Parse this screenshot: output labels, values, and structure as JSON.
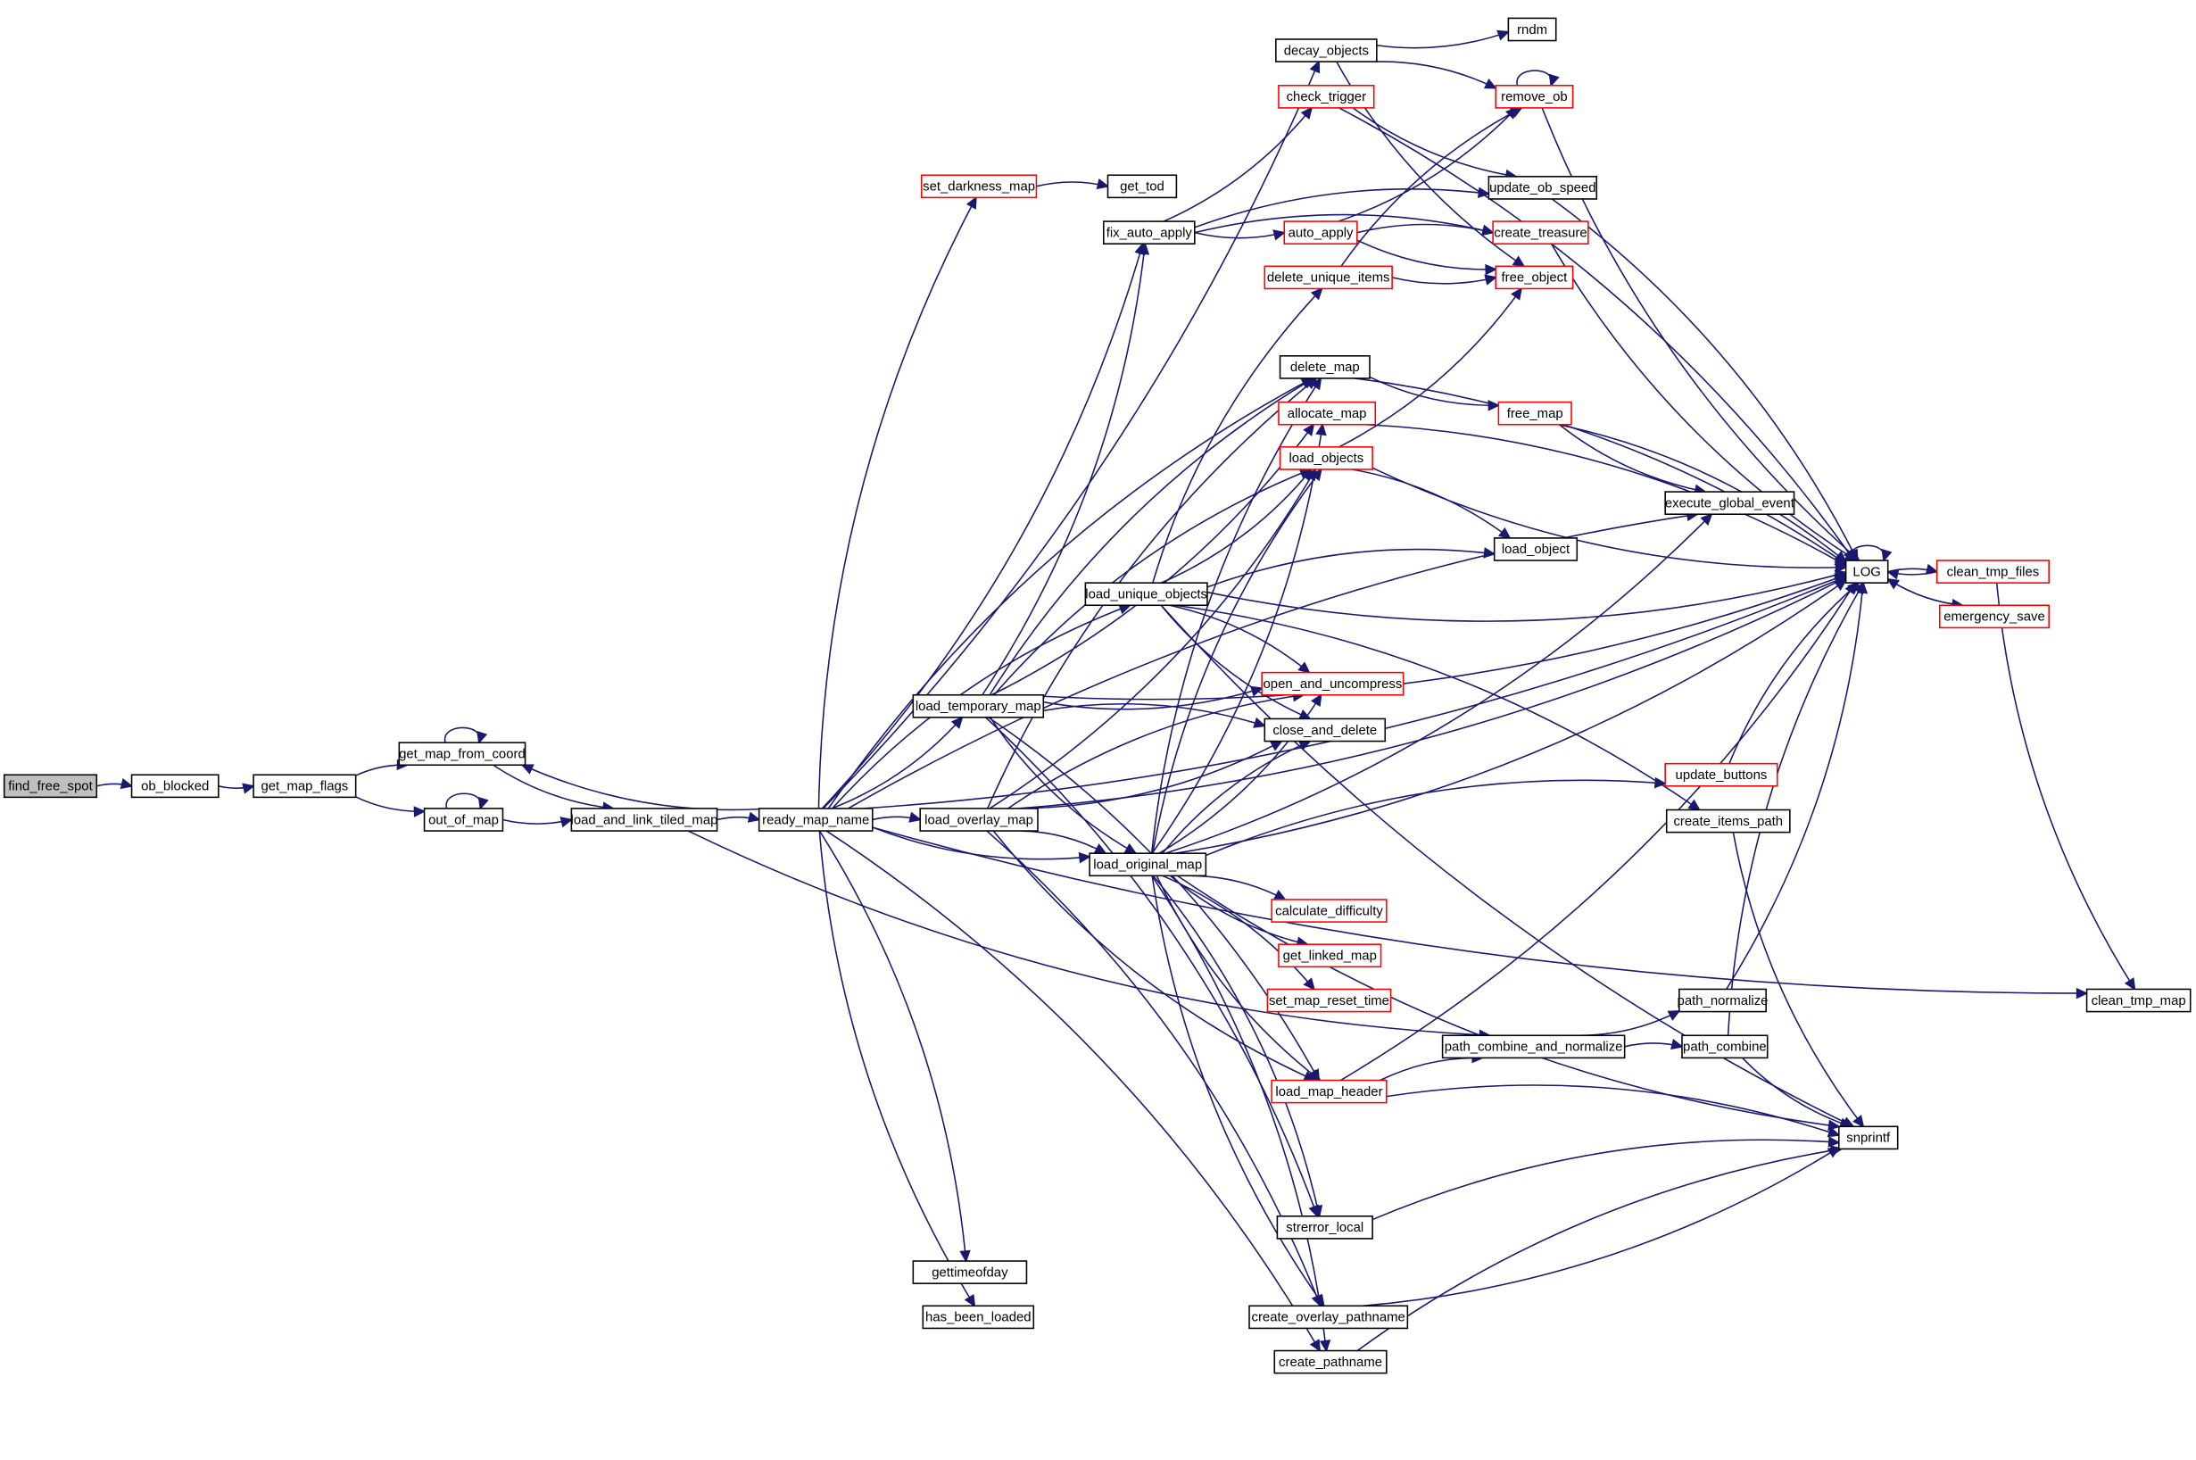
{
  "graph": {
    "type": "call-graph",
    "root": "find_free_spot",
    "colors": {
      "edge": "#191970",
      "node_border_default": "#000000",
      "node_border_truncated": "#ff0000",
      "root_fill": "#bfbfbf",
      "node_fill": "#ffffff"
    },
    "nodes": [
      {
        "id": "find_free_spot",
        "label": "find_free_spot",
        "style": "root"
      },
      {
        "id": "ob_blocked",
        "label": "ob_blocked",
        "style": "normal"
      },
      {
        "id": "get_map_flags",
        "label": "get_map_flags",
        "style": "normal"
      },
      {
        "id": "get_map_from_coord",
        "label": "get_map_from_coord",
        "style": "normal"
      },
      {
        "id": "out_of_map",
        "label": "out_of_map",
        "style": "normal"
      },
      {
        "id": "load_and_link_tiled_map",
        "label": "load_and_link_tiled_map",
        "style": "normal"
      },
      {
        "id": "ready_map_name",
        "label": "ready_map_name",
        "style": "normal"
      },
      {
        "id": "load_temporary_map",
        "label": "load_temporary_map",
        "style": "normal"
      },
      {
        "id": "load_overlay_map",
        "label": "load_overlay_map",
        "style": "normal"
      },
      {
        "id": "load_unique_objects",
        "label": "load_unique_objects",
        "style": "normal"
      },
      {
        "id": "load_original_map",
        "label": "load_original_map",
        "style": "normal"
      },
      {
        "id": "set_darkness_map",
        "label": "set_darkness_map",
        "style": "truncated"
      },
      {
        "id": "get_tod",
        "label": "get_tod",
        "style": "normal"
      },
      {
        "id": "decay_objects",
        "label": "decay_objects",
        "style": "normal"
      },
      {
        "id": "rndm",
        "label": "rndm",
        "style": "normal"
      },
      {
        "id": "check_trigger",
        "label": "check_trigger",
        "style": "truncated"
      },
      {
        "id": "fix_auto_apply",
        "label": "fix_auto_apply",
        "style": "normal"
      },
      {
        "id": "auto_apply",
        "label": "auto_apply",
        "style": "truncated"
      },
      {
        "id": "delete_unique_items",
        "label": "delete_unique_items",
        "style": "truncated"
      },
      {
        "id": "delete_map",
        "label": "delete_map",
        "style": "normal"
      },
      {
        "id": "allocate_map",
        "label": "allocate_map",
        "style": "truncated"
      },
      {
        "id": "load_objects",
        "label": "load_objects",
        "style": "truncated"
      },
      {
        "id": "free_map",
        "label": "free_map",
        "style": "truncated"
      },
      {
        "id": "remove_ob",
        "label": "remove_ob",
        "style": "truncated"
      },
      {
        "id": "update_ob_speed",
        "label": "update_ob_speed",
        "style": "normal"
      },
      {
        "id": "create_treasure",
        "label": "create_treasure",
        "style": "truncated"
      },
      {
        "id": "free_object",
        "label": "free_object",
        "style": "truncated"
      },
      {
        "id": "execute_global_event",
        "label": "execute_global_event",
        "style": "normal"
      },
      {
        "id": "load_object",
        "label": "load_object",
        "style": "normal"
      },
      {
        "id": "LOG",
        "label": "LOG",
        "style": "normal"
      },
      {
        "id": "clean_tmp_files",
        "label": "clean_tmp_files",
        "style": "truncated"
      },
      {
        "id": "emergency_save",
        "label": "emergency_save",
        "style": "truncated"
      },
      {
        "id": "open_and_uncompress",
        "label": "open_and_uncompress",
        "style": "truncated"
      },
      {
        "id": "close_and_delete",
        "label": "close_and_delete",
        "style": "normal"
      },
      {
        "id": "update_buttons",
        "label": "update_buttons",
        "style": "truncated"
      },
      {
        "id": "create_items_path",
        "label": "create_items_path",
        "style": "normal"
      },
      {
        "id": "calculate_difficulty",
        "label": "calculate_difficulty",
        "style": "truncated"
      },
      {
        "id": "get_linked_map",
        "label": "get_linked_map",
        "style": "truncated"
      },
      {
        "id": "set_map_reset_time",
        "label": "set_map_reset_time",
        "style": "truncated"
      },
      {
        "id": "path_normalize",
        "label": "path_normalize",
        "style": "normal"
      },
      {
        "id": "path_combine_and_normalize",
        "label": "path_combine_and_normalize",
        "style": "normal"
      },
      {
        "id": "path_combine",
        "label": "path_combine",
        "style": "normal"
      },
      {
        "id": "load_map_header",
        "label": "load_map_header",
        "style": "truncated"
      },
      {
        "id": "snprintf",
        "label": "snprintf",
        "style": "normal"
      },
      {
        "id": "strerror_local",
        "label": "strerror_local",
        "style": "normal"
      },
      {
        "id": "gettimeofday",
        "label": "gettimeofday",
        "style": "normal"
      },
      {
        "id": "has_been_loaded",
        "label": "has_been_loaded",
        "style": "normal"
      },
      {
        "id": "create_overlay_pathname",
        "label": "create_overlay_pathname",
        "style": "normal"
      },
      {
        "id": "create_pathname",
        "label": "create_pathname",
        "style": "normal"
      },
      {
        "id": "clean_tmp_map",
        "label": "clean_tmp_map",
        "style": "normal"
      }
    ],
    "edges": [
      [
        "find_free_spot",
        "ob_blocked"
      ],
      [
        "ob_blocked",
        "get_map_flags"
      ],
      [
        "get_map_flags",
        "get_map_from_coord"
      ],
      [
        "get_map_flags",
        "out_of_map"
      ],
      [
        "get_map_from_coord",
        "get_map_from_coord"
      ],
      [
        "get_map_from_coord",
        "load_and_link_tiled_map"
      ],
      [
        "out_of_map",
        "out_of_map"
      ],
      [
        "out_of_map",
        "load_and_link_tiled_map"
      ],
      [
        "load_and_link_tiled_map",
        "ready_map_name"
      ],
      [
        "load_and_link_tiled_map",
        "path_combine_and_normalize"
      ],
      [
        "ready_map_name",
        "get_map_from_coord"
      ],
      [
        "ready_map_name",
        "decay_objects"
      ],
      [
        "ready_map_name",
        "set_darkness_map"
      ],
      [
        "ready_map_name",
        "fix_auto_apply"
      ],
      [
        "ready_map_name",
        "delete_map"
      ],
      [
        "ready_map_name",
        "LOG"
      ],
      [
        "ready_map_name",
        "load_unique_objects"
      ],
      [
        "ready_map_name",
        "load_temporary_map"
      ],
      [
        "ready_map_name",
        "load_overlay_map"
      ],
      [
        "ready_map_name",
        "load_original_map"
      ],
      [
        "ready_map_name",
        "gettimeofday"
      ],
      [
        "ready_map_name",
        "has_been_loaded"
      ],
      [
        "ready_map_name",
        "create_pathname"
      ],
      [
        "ready_map_name",
        "clean_tmp_map"
      ],
      [
        "ready_map_name",
        "execute_global_event"
      ],
      [
        "decay_objects",
        "rndm"
      ],
      [
        "decay_objects",
        "remove_ob"
      ],
      [
        "decay_objects",
        "free_object"
      ],
      [
        "set_darkness_map",
        "get_tod"
      ],
      [
        "fix_auto_apply",
        "check_trigger"
      ],
      [
        "fix_auto_apply",
        "update_ob_speed"
      ],
      [
        "fix_auto_apply",
        "auto_apply"
      ],
      [
        "fix_auto_apply",
        "create_treasure"
      ],
      [
        "check_trigger",
        "update_ob_speed"
      ],
      [
        "check_trigger",
        "LOG"
      ],
      [
        "auto_apply",
        "remove_ob"
      ],
      [
        "auto_apply",
        "create_treasure"
      ],
      [
        "auto_apply",
        "free_object"
      ],
      [
        "delete_unique_items",
        "remove_ob"
      ],
      [
        "delete_unique_items",
        "free_object"
      ],
      [
        "remove_ob",
        "remove_ob"
      ],
      [
        "remove_ob",
        "LOG"
      ],
      [
        "update_ob_speed",
        "LOG"
      ],
      [
        "create_treasure",
        "LOG"
      ],
      [
        "delete_map",
        "LOG"
      ],
      [
        "delete_map",
        "free_map"
      ],
      [
        "free_map",
        "LOG"
      ],
      [
        "free_map",
        "execute_global_event"
      ],
      [
        "allocate_map",
        "LOG"
      ],
      [
        "load_objects",
        "free_object"
      ],
      [
        "load_objects",
        "load_object"
      ],
      [
        "load_objects",
        "LOG"
      ],
      [
        "load_unique_objects",
        "delete_unique_items"
      ],
      [
        "load_unique_objects",
        "load_objects"
      ],
      [
        "load_unique_objects",
        "load_object"
      ],
      [
        "load_unique_objects",
        "LOG"
      ],
      [
        "load_unique_objects",
        "open_and_uncompress"
      ],
      [
        "load_unique_objects",
        "close_and_delete"
      ],
      [
        "load_unique_objects",
        "create_items_path"
      ],
      [
        "load_unique_objects",
        "snprintf"
      ],
      [
        "load_temporary_map",
        "delete_map"
      ],
      [
        "load_temporary_map",
        "allocate_map"
      ],
      [
        "load_temporary_map",
        "load_objects"
      ],
      [
        "load_temporary_map",
        "open_and_uncompress"
      ],
      [
        "load_temporary_map",
        "close_and_delete"
      ],
      [
        "load_temporary_map",
        "load_original_map"
      ],
      [
        "load_temporary_map",
        "load_map_header"
      ],
      [
        "load_temporary_map",
        "LOG"
      ],
      [
        "load_temporary_map",
        "strerror_local"
      ],
      [
        "load_temporary_map",
        "fix_auto_apply"
      ],
      [
        "load_overlay_map",
        "delete_map"
      ],
      [
        "load_overlay_map",
        "load_objects"
      ],
      [
        "load_overlay_map",
        "open_and_uncompress"
      ],
      [
        "load_overlay_map",
        "close_and_delete"
      ],
      [
        "load_overlay_map",
        "load_original_map"
      ],
      [
        "load_overlay_map",
        "load_map_header"
      ],
      [
        "load_overlay_map",
        "create_overlay_pathname"
      ],
      [
        "load_overlay_map",
        "LOG"
      ],
      [
        "load_original_map",
        "delete_map"
      ],
      [
        "load_original_map",
        "allocate_map"
      ],
      [
        "load_original_map",
        "load_objects"
      ],
      [
        "load_original_map",
        "open_and_uncompress"
      ],
      [
        "load_original_map",
        "close_and_delete"
      ],
      [
        "load_original_map",
        "LOG"
      ],
      [
        "load_original_map",
        "update_buttons"
      ],
      [
        "load_original_map",
        "execute_global_event"
      ],
      [
        "load_original_map",
        "calculate_difficulty"
      ],
      [
        "load_original_map",
        "get_linked_map"
      ],
      [
        "load_original_map",
        "set_map_reset_time"
      ],
      [
        "load_original_map",
        "load_map_header"
      ],
      [
        "load_original_map",
        "strerror_local"
      ],
      [
        "load_original_map",
        "create_overlay_pathname"
      ],
      [
        "load_original_map",
        "create_pathname"
      ],
      [
        "load_original_map",
        "snprintf"
      ],
      [
        "update_buttons",
        "LOG"
      ],
      [
        "create_items_path",
        "snprintf"
      ],
      [
        "load_map_header",
        "path_combine_and_normalize"
      ],
      [
        "load_map_header",
        "LOG"
      ],
      [
        "load_map_header",
        "snprintf"
      ],
      [
        "path_combine_and_normalize",
        "path_normalize"
      ],
      [
        "path_combine_and_normalize",
        "path_combine"
      ],
      [
        "path_normalize",
        "LOG"
      ],
      [
        "path_combine",
        "LOG"
      ],
      [
        "path_combine",
        "snprintf"
      ],
      [
        "strerror_local",
        "snprintf"
      ],
      [
        "create_overlay_pathname",
        "snprintf"
      ],
      [
        "create_pathname",
        "snprintf"
      ],
      [
        "LOG",
        "LOG"
      ],
      [
        "LOG",
        "clean_tmp_files"
      ],
      [
        "LOG",
        "emergency_save"
      ],
      [
        "clean_tmp_files",
        "LOG"
      ],
      [
        "clean_tmp_files",
        "clean_tmp_map"
      ],
      [
        "emergency_save",
        "LOG"
      ]
    ]
  }
}
